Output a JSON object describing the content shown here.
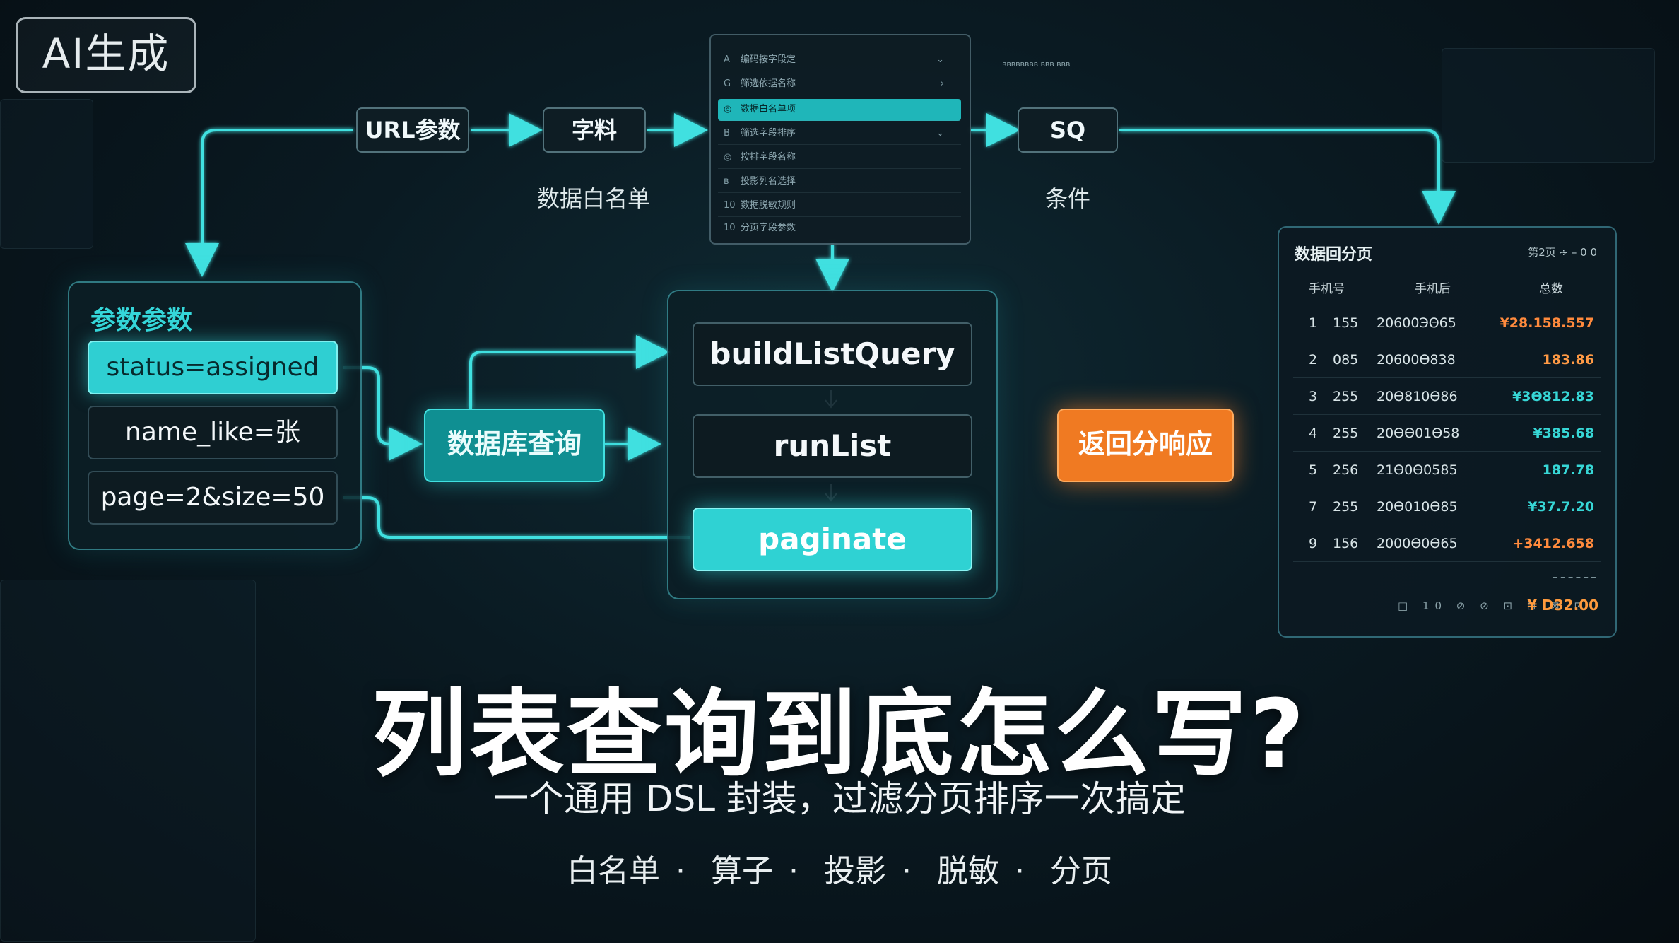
{
  "badge": "AI生成",
  "flow": {
    "url_params": "URL参数",
    "field": "字料",
    "whitelist_caption": "数据白名单",
    "sql": "SQ",
    "condition_caption": "条件",
    "db_query": "数据库查询",
    "return_response": "返回分响应"
  },
  "params_panel": {
    "title": "参数参数",
    "items": [
      {
        "label": "status=assigned",
        "active": true
      },
      {
        "label": "name_like=张",
        "active": false
      },
      {
        "label": "page=2&size=50",
        "active": false
      }
    ]
  },
  "pipeline": {
    "steps": [
      {
        "label": "buildListQuery",
        "active": false
      },
      {
        "label": "runList",
        "active": false
      },
      {
        "label": "paginate",
        "active": true
      }
    ]
  },
  "field_menu": {
    "rows": [
      {
        "icon": "A",
        "label": "编码按字段定",
        "chevron": "⌄",
        "selected": false
      },
      {
        "icon": "G",
        "label": "筛选依据名称",
        "chevron": "›",
        "selected": false
      },
      {
        "icon": "◎",
        "label": "数据白名单项",
        "chevron": "",
        "selected": true
      },
      {
        "icon": "B",
        "label": "筛选字段排序",
        "chevron": "⌄",
        "selected": false
      },
      {
        "icon": "◎",
        "label": "按排字段名称",
        "chevron": "",
        "selected": false
      },
      {
        "icon": "ʙ",
        "label": "投影列名选择",
        "chevron": "",
        "selected": false
      },
      {
        "icon": "10",
        "label": "数据脱敏规则",
        "chevron": "",
        "selected": false
      },
      {
        "icon": "10",
        "label": "分页字段参数",
        "chevron": "",
        "selected": false
      }
    ]
  },
  "result_table": {
    "title": "数据回分页",
    "pager": "第2页 ∻ – 0 0",
    "headers": [
      "手机号",
      "手机后",
      "总数"
    ],
    "rows": [
      {
        "no": "1",
        "code": "155",
        "date": "20600ЭΘ65",
        "amount": "¥28.158.557",
        "color": "#ff8a3d"
      },
      {
        "no": "2",
        "code": "085",
        "date": "20600Ѳ838",
        "amount": "183.86",
        "color": "#ff9a45"
      },
      {
        "no": "3",
        "code": "255",
        "date": "20Ѳ810Ѳ86",
        "amount": "¥3Ѳ812.83",
        "color": "#37d7d6"
      },
      {
        "no": "4",
        "code": "255",
        "date": "20ѲѲ01Ѳ58",
        "amount": "¥385.68",
        "color": "#37d7d6"
      },
      {
        "no": "5",
        "code": "256",
        "date": "21Ѳ0Ѳ0585",
        "amount": "187.78",
        "color": "#37d7d6"
      },
      {
        "no": "7",
        "code": "255",
        "date": "20Ѳ010Ѳ85",
        "amount": "¥37.7.20",
        "color": "#37d7d6"
      },
      {
        "no": "9",
        "code": "156",
        "date": "2000Ѳ0Ѳ65",
        "amount": "+3412.658",
        "color": "#ff8a3d"
      }
    ],
    "total": "¥ D32.00"
  },
  "top_label": "ʙʙʙʙʙʙʙʙ ʙʙʙ ʙʙʙ",
  "headline": "列表查询到底怎么写?",
  "subheadline": "一个通用 DSL 封装，过滤分页排序一次搞定",
  "tags": [
    "白名单",
    "算子",
    "投影",
    "脱敏",
    "分页"
  ],
  "tag_separator": "·",
  "colors": {
    "teal": "#2fd2d3",
    "orange": "#f07a22",
    "bg": "#0a1a22"
  }
}
